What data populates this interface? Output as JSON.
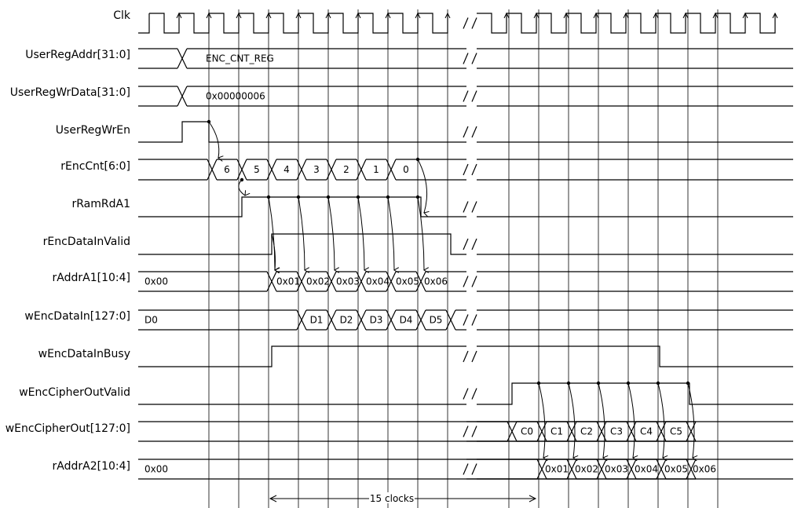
{
  "signals": [
    {
      "label": "Clk"
    },
    {
      "label": "UserRegAddr[31:0]",
      "values": [
        "ENC_CNT_REG"
      ]
    },
    {
      "label": "UserRegWrData[31:0]",
      "values": [
        "0x00000006"
      ]
    },
    {
      "label": "UserRegWrEn"
    },
    {
      "label": "rEncCnt[6:0]",
      "values": [
        "6",
        "5",
        "4",
        "3",
        "2",
        "1",
        "0"
      ]
    },
    {
      "label": "rRamRdA1"
    },
    {
      "label": "rEncDataInValid"
    },
    {
      "label": "rAddrA1[10:4]",
      "values": [
        "0x00",
        "0x01",
        "0x02",
        "0x03",
        "0x04",
        "0x05",
        "0x06"
      ]
    },
    {
      "label": "wEncDataIn[127:0]",
      "values": [
        "D0",
        "D1",
        "D2",
        "D3",
        "D4",
        "D5"
      ]
    },
    {
      "label": "wEncDataInBusy"
    },
    {
      "label": "wEncCipherOutValid"
    },
    {
      "label": "wEncCipherOut[127:0]",
      "values": [
        "C0",
        "C1",
        "C2",
        "C3",
        "C4",
        "C5"
      ]
    },
    {
      "label": "rAddrA2[10:4]",
      "values": [
        "0x00",
        "0x01",
        "0x02",
        "0x03",
        "0x04",
        "0x05",
        "0x06"
      ]
    }
  ],
  "annotation": {
    "label": "15 clocks"
  }
}
